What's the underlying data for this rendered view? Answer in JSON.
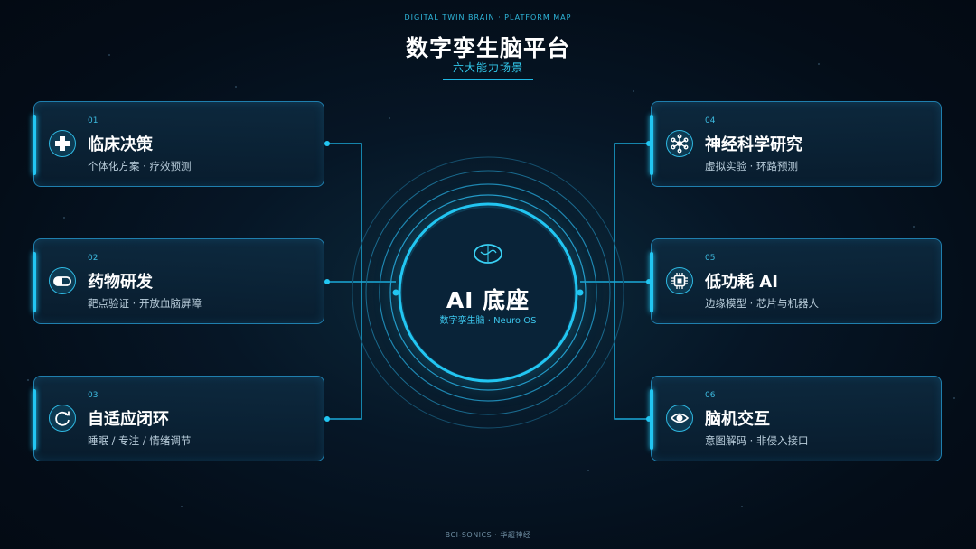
{
  "header": {
    "eyebrow": "DIGITAL TWIN BRAIN · PLATFORM MAP",
    "title": "数字孪生脑平台",
    "subtitle": "六大能力场景"
  },
  "core": {
    "title": "AI 底座",
    "subtitle": "数字孪生脑 · Neuro OS",
    "icon": "brain-icon"
  },
  "cards": [
    {
      "num": "01",
      "title": "临床决策",
      "desc": "个体化方案 · 疗效预测",
      "icon": "medical-cross-icon"
    },
    {
      "num": "02",
      "title": "药物研发",
      "desc": "靶点验证 · 开放血脑屏障",
      "icon": "capsule-icon"
    },
    {
      "num": "03",
      "title": "自适应闭环",
      "desc": "睡眠 / 专注 / 情绪调节",
      "icon": "loop-arrow-icon"
    },
    {
      "num": "04",
      "title": "神经科学研究",
      "desc": "虚拟实验 · 环路预测",
      "icon": "neuron-network-icon"
    },
    {
      "num": "05",
      "title": "低功耗 AI",
      "desc": "边缘模型 · 芯片与机器人",
      "icon": "chip-icon"
    },
    {
      "num": "06",
      "title": "脑机交互",
      "desc": "意图解码 · 非侵入接口",
      "icon": "eye-icon"
    }
  ],
  "footer": {
    "brand": "BCI-SONICS · 华超神经"
  },
  "colors": {
    "accent": "#22c6f2",
    "border": "#1f7fae",
    "background": "#040d18"
  }
}
